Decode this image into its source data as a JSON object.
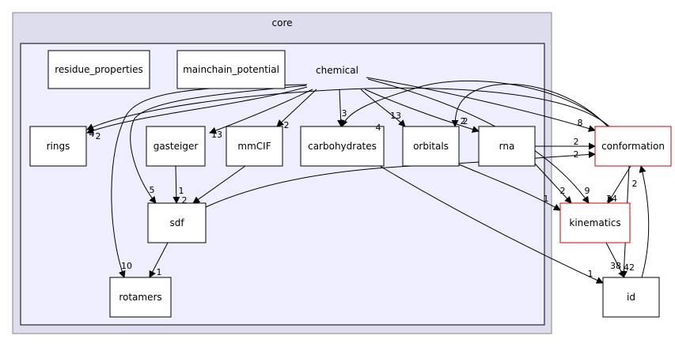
{
  "clusters": {
    "outer": {
      "id": "core",
      "label": "core",
      "fill": "#ddddee",
      "stroke": "#868686"
    },
    "inner": {
      "id": "chemical",
      "label": "chemical",
      "fill": "#eeeeff",
      "stroke": "#000000"
    }
  },
  "nodes": [
    {
      "id": "residue_properties",
      "label": "residue_properties",
      "border": "#000000"
    },
    {
      "id": "mainchain_potential",
      "label": "mainchain_potential",
      "border": "#000000"
    },
    {
      "id": "rings",
      "label": "rings",
      "border": "#000000"
    },
    {
      "id": "gasteiger",
      "label": "gasteiger",
      "border": "#000000"
    },
    {
      "id": "mmCIF",
      "label": "mmCIF",
      "border": "#000000"
    },
    {
      "id": "carbohydrates",
      "label": "carbohydrates",
      "border": "#000000"
    },
    {
      "id": "orbitals",
      "label": "orbitals",
      "border": "#000000"
    },
    {
      "id": "rna",
      "label": "rna",
      "border": "#000000"
    },
    {
      "id": "sdf",
      "label": "sdf",
      "border": "#000000"
    },
    {
      "id": "rotamers",
      "label": "rotamers",
      "border": "#000000"
    },
    {
      "id": "conformation",
      "label": "conformation",
      "border": "#d00000"
    },
    {
      "id": "kinematics",
      "label": "kinematics",
      "border": "#d00000"
    },
    {
      "id": "id",
      "label": "id",
      "border": "#000000"
    }
  ],
  "edges": [
    {
      "from": "chemical",
      "to": "rings",
      "label": "4"
    },
    {
      "from": "chemical",
      "to": "gasteiger",
      "label": "13"
    },
    {
      "from": "chemical",
      "to": "mmCIF",
      "label": "2"
    },
    {
      "from": "chemical",
      "to": "carbohydrates",
      "label": "3"
    },
    {
      "from": "chemical",
      "to": "orbitals",
      "label": "13"
    },
    {
      "from": "chemical",
      "to": "rna",
      "label": "2"
    },
    {
      "from": "chemical",
      "to": "sdf",
      "label": "5"
    },
    {
      "from": "chemical",
      "to": "rotamers",
      "label": "10"
    },
    {
      "from": "chemical",
      "to": "conformation",
      "label": "8"
    },
    {
      "from": "chemical",
      "to": "kinematics",
      "label": "9"
    },
    {
      "from": "gasteiger",
      "to": "sdf",
      "label": "1"
    },
    {
      "from": "mmCIF",
      "to": "sdf",
      "label": "2"
    },
    {
      "from": "sdf",
      "to": "rotamers",
      "label": "1"
    },
    {
      "from": "sdf",
      "to": "conformation",
      "label": "2"
    },
    {
      "from": "rna",
      "to": "conformation",
      "label": "2"
    },
    {
      "from": "rna",
      "to": "kinematics",
      "label": "2"
    },
    {
      "from": "orbitals",
      "to": "kinematics",
      "label": "1"
    },
    {
      "from": "carbohydrates",
      "to": "id",
      "label": "1"
    },
    {
      "from": "conformation",
      "to": "rings",
      "label": "2"
    },
    {
      "from": "conformation",
      "to": "carbohydrates",
      "label": "4"
    },
    {
      "from": "conformation",
      "to": "orbitals",
      "label": "2"
    },
    {
      "from": "conformation",
      "to": "kinematics",
      "label": "34"
    },
    {
      "from": "conformation",
      "to": "id",
      "label": "42"
    },
    {
      "from": "kinematics",
      "to": "id",
      "label": "38"
    },
    {
      "from": "id",
      "to": "conformation",
      "label": "2"
    }
  ]
}
